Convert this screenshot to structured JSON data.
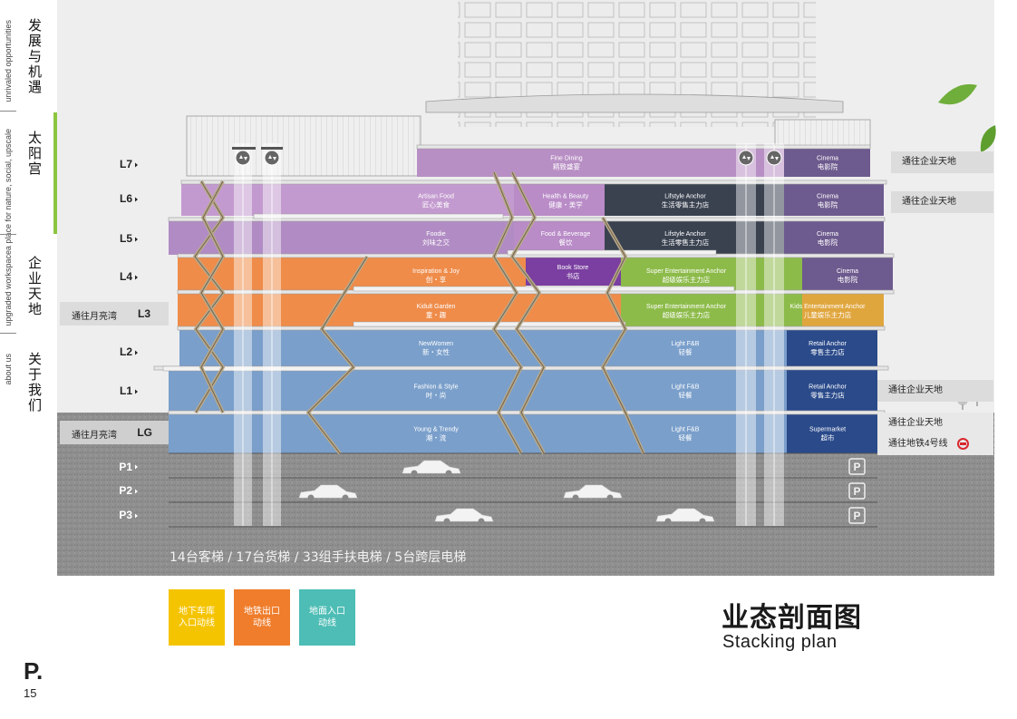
{
  "nav": [
    {
      "en": "unrivaled opportunities",
      "zh": "发展与机遇",
      "active": false
    },
    {
      "en": "a place for nature, social, upscale",
      "zh": "太阳宫",
      "active": true
    },
    {
      "en": "upgraded workspace",
      "zh": "企业天地",
      "active": false
    },
    {
      "en": "about us",
      "zh": "关于我们",
      "active": false
    }
  ],
  "floors": [
    "L7",
    "L6",
    "L5",
    "L4",
    "L3",
    "L2",
    "L1",
    "LG",
    "P1",
    "P2",
    "P3"
  ],
  "left_connections": {
    "l3": "通往月亮湾",
    "lg": "通往月亮湾"
  },
  "right_connections": {
    "l7": "通往企业天地",
    "l6": "通往企业天地",
    "l1": "通往企业天地",
    "lg_1": "通往企业天地",
    "lg_2": "通往地铁4号线"
  },
  "zones": [
    {
      "en": "Fine Dining",
      "zh": "精致盛宴",
      "color": "#b88fc4"
    },
    {
      "en": "Cinema",
      "zh": "电影院",
      "color": "#6d5a8e"
    },
    {
      "en": "Artisan Food",
      "zh": "匠心美食",
      "color": "#c39acf"
    },
    {
      "en": "Health & Beauty",
      "zh": "健康・美学",
      "color": "#b98bc7"
    },
    {
      "en": "Lifstyle Anchor",
      "zh": "生活零售主力店",
      "color": "#3a4250"
    },
    {
      "en": "Cinema",
      "zh": "电影院",
      "color": "#6d5a8e"
    },
    {
      "en": "Foodie",
      "zh": "刘味之交",
      "color": "#b18cc4"
    },
    {
      "en": "Food & Beverage",
      "zh": "餐饮",
      "color": "#b98bc7"
    },
    {
      "en": "Lifstyle Anchor",
      "zh": "生活零售主力店",
      "color": "#3a4250"
    },
    {
      "en": "Cinema",
      "zh": "电影院",
      "color": "#6d5a8e"
    },
    {
      "en": "Inspiration & Joy",
      "zh": "创・享",
      "color": "#ef8c4a"
    },
    {
      "en": "Book Store",
      "zh": "书店",
      "color": "#7a3fa0"
    },
    {
      "en": "Super Entertainment Anchor",
      "zh": "超级娱乐主力店",
      "color": "#8dbb4a"
    },
    {
      "en": "Cinema",
      "zh": "电影院",
      "color": "#6d5a8e"
    },
    {
      "en": "Kidult Garden",
      "zh": "童・趣",
      "color": "#ef8c4a"
    },
    {
      "en": "Super Entertainment Anchor",
      "zh": "超级娱乐主力店",
      "color": "#8dbb4a"
    },
    {
      "en": "Kids Entertainment Anchor",
      "zh": "儿童娱乐主力店",
      "color": "#e0a63e"
    },
    {
      "en": "NewWomen",
      "zh": "新・女性",
      "color": "#7a9fcb"
    },
    {
      "en": "Light F&B",
      "zh": "轻餐",
      "color": "#7a9fcb"
    },
    {
      "en": "Retail Anchor",
      "zh": "零售主力店",
      "color": "#2a4a8a"
    },
    {
      "en": "Fashion & Style",
      "zh": "时・尚",
      "color": "#7a9fcb"
    },
    {
      "en": "Light F&B",
      "zh": "轻餐",
      "color": "#7a9fcb"
    },
    {
      "en": "Retail Anchor",
      "zh": "零售主力店",
      "color": "#2a4a8a"
    },
    {
      "en": "Young & Trendy",
      "zh": "潮・流",
      "color": "#7a9fcb"
    },
    {
      "en": "Light F&B",
      "zh": "轻餐",
      "color": "#7a9fcb"
    },
    {
      "en": "Supermarket",
      "zh": "超市",
      "color": "#2a4a8a"
    }
  ],
  "parking_icon": "P",
  "caption": "14台客梯 / 17台货梯 / 33组手扶电梯 / 5台跨层电梯",
  "legend": [
    {
      "label": "地下车库入口动线",
      "color": "#f5c400"
    },
    {
      "label": "地铁出口动线",
      "color": "#ef7d2b"
    },
    {
      "label": "地面入口动线",
      "color": "#4dbdb5"
    }
  ],
  "title": {
    "zh": "业态剖面图",
    "en": "Stacking plan"
  },
  "page": {
    "prefix": "P.",
    "number": "15"
  }
}
